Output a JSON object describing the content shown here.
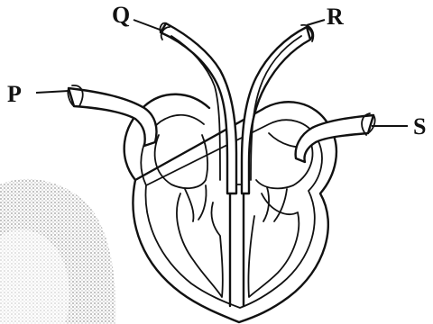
{
  "diagram": {
    "labels": {
      "p": "P",
      "q": "Q",
      "r": "R",
      "s": "S"
    },
    "colors": {
      "ink": "#111111",
      "background": "#ffffff",
      "shading": "#a8a8a8"
    }
  }
}
